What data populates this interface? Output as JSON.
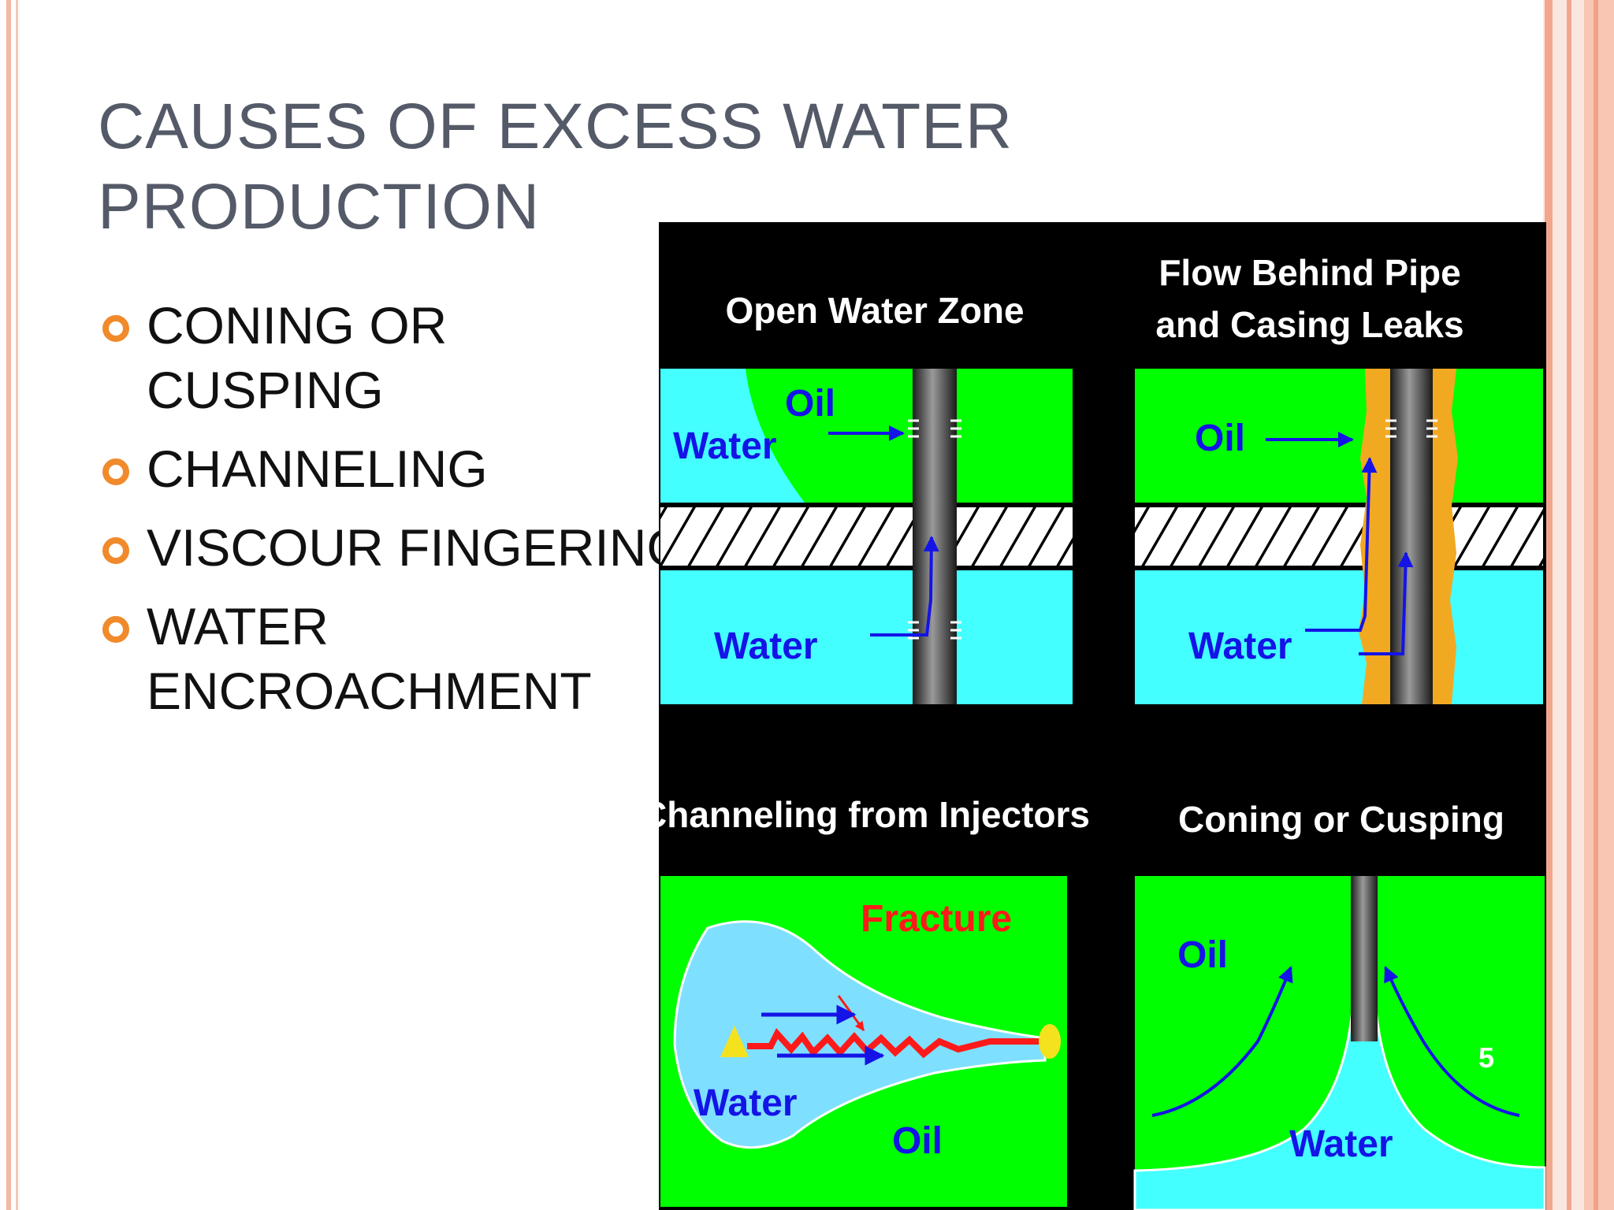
{
  "slide": {
    "title_lines": [
      "CAUSES OF EXCESS WATER",
      "PRODUCTION"
    ],
    "bullets": [
      "CONING OR CUSPING",
      "CHANNELING",
      "VISCOUR FINGERING",
      "WATER ENCROACHMENT"
    ],
    "page_number": "5"
  },
  "figure": {
    "panels": {
      "open_water_zone": {
        "title": "Open Water Zone",
        "label_oil": "Oil",
        "label_water_top": "Water",
        "label_water_bottom": "Water"
      },
      "flow_behind_pipe": {
        "title_line1": "Flow Behind Pipe",
        "title_line2": "and Casing  Leaks",
        "label_oil": "Oil",
        "label_water": "Water"
      },
      "channeling_injectors": {
        "title": "Channeling from Injectors",
        "label_fracture": "Fracture",
        "label_water": "Water",
        "label_oil": "Oil"
      },
      "coning_cusping": {
        "title": "Coning or Cusping",
        "label_oil": "Oil",
        "label_water": "Water"
      }
    }
  },
  "colors": {
    "oil_green": "#00ff00",
    "water_cyan": "#44ffff",
    "water_pale": "#7fdfff",
    "arrow_blue": "#1414e6",
    "fracture_red": "#ff1a1a",
    "casing_orange": "#f2a922",
    "title_gray": "#545a68",
    "bullet_orange": "#f08a2b"
  }
}
